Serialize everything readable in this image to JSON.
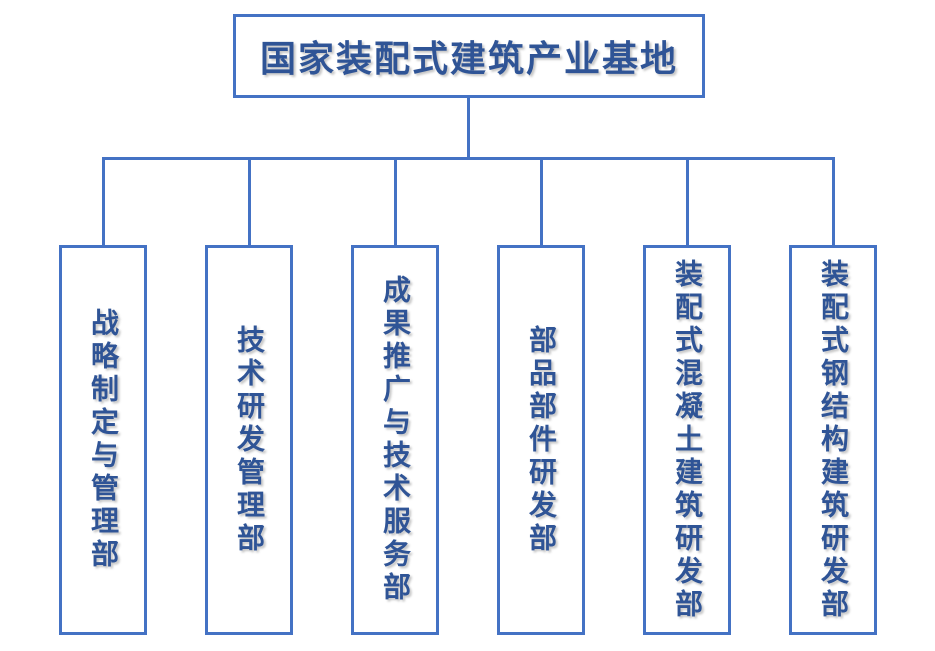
{
  "org_chart": {
    "root": {
      "label": "国家装配式建筑产业基地"
    },
    "departments": [
      {
        "label": "战略制定与管理部"
      },
      {
        "label": "技术研发管理部"
      },
      {
        "label": "成果推广与技术服务部"
      },
      {
        "label": "部品部件研发部"
      },
      {
        "label": "装配式混凝土建筑研发部"
      },
      {
        "label": "装配式钢结构建筑研发部"
      }
    ]
  },
  "colors": {
    "border": "#4472C4",
    "text": "#2F5496",
    "background": "#FFFFFF"
  }
}
